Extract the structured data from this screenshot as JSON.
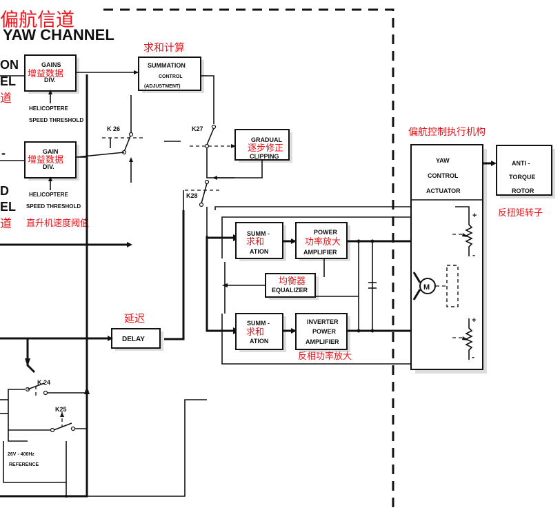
{
  "header": {
    "title_zh": "偏航信道",
    "title_en": "YAW CHANNEL",
    "left_cut_1": "ON",
    "left_cut_2": "EL",
    "left_cut_3": "道",
    "left_cut_4": "-",
    "left_cut_5": "D",
    "left_cut_6": "EL",
    "left_cut_7": "道"
  },
  "blocks": {
    "gains_div": {
      "line1": "GAINS",
      "line2": "DIV.",
      "zh": "增益数据"
    },
    "gain_div": {
      "line1": "GAIN",
      "line2": "DIV.",
      "zh": "增益数据"
    },
    "summation_control": {
      "line1": "SUMMATION",
      "line2": "CONTROL",
      "line3": "(ADJUSTMENT)",
      "zh": "求和计算"
    },
    "gradual_clipping": {
      "line1": "GRADUAL",
      "line2": "CLIPPING",
      "zh": "逐步修正"
    },
    "summation_top": {
      "line1": "SUMM -",
      "line2": "ATION",
      "zh": "求和"
    },
    "power_amplifier": {
      "line1": "POWER",
      "line2": "AMPLIFIER",
      "zh": "功率放大"
    },
    "equalizer": {
      "line1": "EQUALIZER",
      "zh": "均衡器"
    },
    "summation_bottom": {
      "line1": "SUMM -",
      "line2": "ATION",
      "zh": "求和"
    },
    "inverter_power_amplifier": {
      "line1": "INVERTER",
      "line2": "POWER",
      "line3": "AMPLIFIER",
      "zh": "反相功率放大"
    },
    "delay": {
      "line1": "DELAY",
      "zh": "延迟"
    },
    "yaw_actuator": {
      "line1": "YAW",
      "line2": "CONTROL",
      "line3": "ACTUATOR",
      "zh": "偏航控制执行机构"
    },
    "anti_torque_rotor": {
      "line1": "ANTI -",
      "line2": "TORQUE",
      "line3": "ROTOR",
      "zh": "反扭矩转子"
    }
  },
  "labels": {
    "heli_1a": "HELICOPTERE",
    "heli_1b": "SPEED THRESHOLD",
    "heli_2a": "HELICOPTERE",
    "heli_2b": "SPEED THRESHOLD",
    "heli_2_zh": "直升机速度阈值",
    "motor": "M",
    "plus_top": "+",
    "minus_top": "-",
    "plus_bot": "+",
    "minus_bot": "-",
    "ref_1": "26V - 400Hz",
    "ref_2": "REFERENCE"
  },
  "switches": {
    "k26": "K 26",
    "k27": "K27",
    "k28": "K28",
    "k24": "K 24",
    "k25": "K25"
  }
}
